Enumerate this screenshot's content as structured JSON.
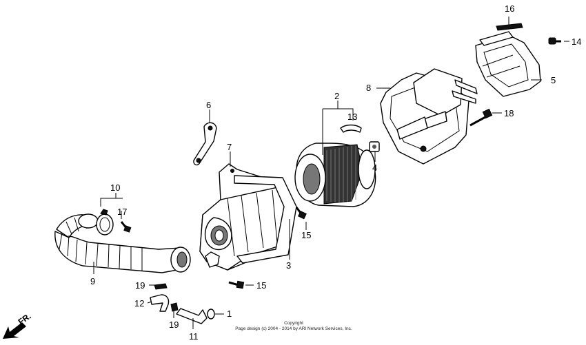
{
  "labels": {
    "p1": "1",
    "p2": "2",
    "p3": "3",
    "p4": "4",
    "p5": "5",
    "p6": "6",
    "p7": "7",
    "p8": "8",
    "p9": "9",
    "p10": "10",
    "p11": "11",
    "p12": "12",
    "p13": "13",
    "p14": "14",
    "p15a": "15",
    "p15b": "15",
    "p16": "16",
    "p17": "17",
    "p18": "18",
    "p19a": "19",
    "p19b": "19"
  },
  "direction_marker": "FR.",
  "footer": {
    "line1": "Copyright",
    "line2": "Page design (c) 2004 - 2014 by ARI Network Services, Inc."
  }
}
